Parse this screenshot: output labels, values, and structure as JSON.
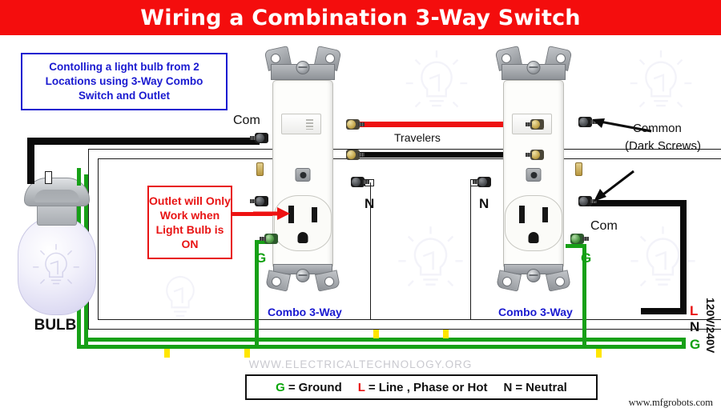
{
  "banner": {
    "title": "Wiring a Combination 3-Way Switch",
    "bg_color": "#f40d0d",
    "text_color": "#ffffff"
  },
  "info_box": {
    "text": "Contolling a light bulb from 2 Locations using 3-Way Combo Switch and Outlet",
    "border_color": "#1a1ad0",
    "text_color": "#1a1ad0"
  },
  "warning_box": {
    "text": "Outlet will Only Work when Light Bulb is ON",
    "border_color": "#e81414",
    "text_color": "#e81414"
  },
  "labels": {
    "com_left": "Com",
    "com_right": "Com",
    "travelers": "Travelers",
    "common_dark_screws_line1": "Common",
    "common_dark_screws_line2": "(Dark Screws)",
    "neutral_left": "N",
    "neutral_right": "N",
    "ground_left": "G",
    "ground_right": "G",
    "bulb": "BULB",
    "supply_voltage": "120V/240V",
    "supply_line": "L",
    "supply_neutral": "N",
    "supply_ground": "G"
  },
  "devices": [
    {
      "name": "Combo 3-Way",
      "position": "left"
    },
    {
      "name": "Combo 3-Way",
      "position": "right"
    }
  ],
  "legend": {
    "items": [
      {
        "key": "G",
        "equals": "=",
        "value": "Ground",
        "color": "#0aa60a"
      },
      {
        "key": "L",
        "equals": "=",
        "value": "Line , Phase or Hot",
        "color": "#e81414"
      },
      {
        "key": "N",
        "equals": "=",
        "value": "Neutral",
        "color": "#111111"
      }
    ]
  },
  "footer": {
    "site": "WWW.ELECTRICALTECHNOLOGY.ORG",
    "watermark": "www.mfgrobots.com"
  },
  "wire_colors": {
    "hot_black": "#0b0b0b",
    "traveler_red": "#ee1111",
    "ground_green": "#17a017",
    "neutral_white": "#ffffff"
  }
}
